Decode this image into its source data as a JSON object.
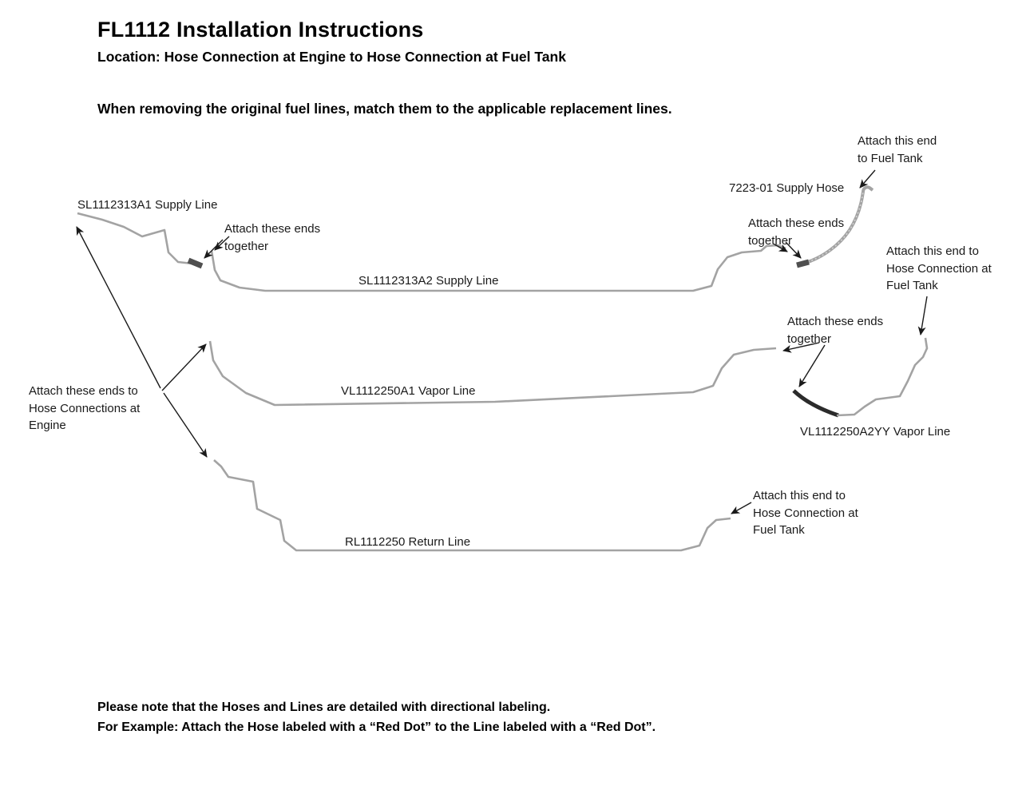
{
  "header": {
    "title": "FL1112 Installation Instructions",
    "subtitle": "Location: Hose Connection at Engine to Hose Connection at Fuel Tank",
    "instruction": "When removing the original fuel lines, match them to the applicable replacement lines."
  },
  "diagram": {
    "labels": {
      "sl1112313a1": "SL1112313A1 Supply Line",
      "attach_ends_together_left": "Attach these ends\ntogether",
      "sl1112313a2": "SL1112313A2 Supply Line",
      "supply_hose": "7223-01 Supply Hose",
      "attach_end_fuel_tank_top": "Attach this end\nto Fuel Tank",
      "attach_ends_together_top_right": "Attach these ends\ntogether",
      "attach_end_hose_connection_right": "Attach this end to\nHose Connection at\nFuel Tank",
      "attach_ends_together_middle": "Attach these ends\ntogether",
      "vl1112250a1": "VL1112250A1 Vapor Line",
      "vl1112250a2yy": "VL1112250A2YY Vapor Line",
      "attach_ends_engine": "Attach these ends to\nHose Connections at\nEngine",
      "rl1112250": "RL1112250 Return Line",
      "attach_end_fuel_tank_bottom": "Attach this end to\nHose Connection at\nFuel Tank"
    },
    "line_color": "#a3a3a3",
    "hose_highlight_color": "#d4d4d4",
    "fitting_color": "#4f4f4f",
    "dark_hose_color": "#2b2b2b",
    "arrow_color": "#1a1a1a"
  },
  "footer": {
    "line1": "Please note that the Hoses and Lines are detailed with directional labeling.",
    "line2": "For Example: Attach the Hose labeled with a “Red Dot” to the Line labeled with a “Red Dot”."
  }
}
